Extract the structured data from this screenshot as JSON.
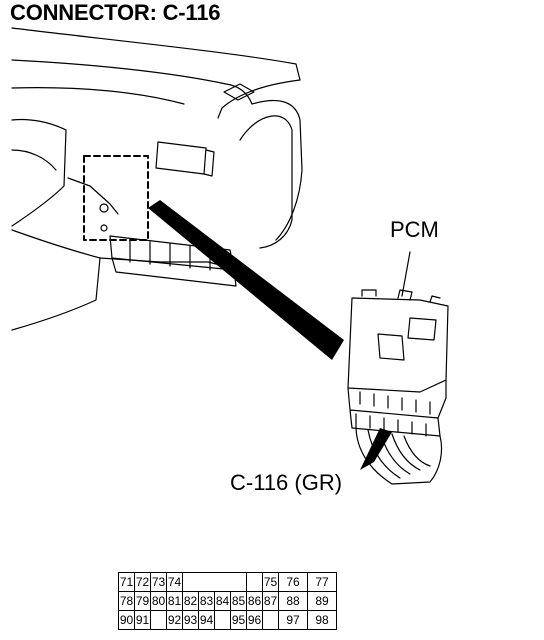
{
  "title": "CONNECTOR: C-116",
  "labels": {
    "pcm": "PCM",
    "connector": "C-116 (GR)"
  },
  "pin_table": {
    "rows": [
      [
        "71",
        "72",
        "73",
        "74",
        "",
        "",
        "75",
        "76",
        "77"
      ],
      [
        "78",
        "79",
        "80",
        "81",
        "82",
        "83",
        "84",
        "85",
        "86",
        "87",
        "88",
        "89"
      ],
      [
        "90",
        "91",
        "",
        "92",
        "93",
        "94",
        "",
        "95",
        "96",
        "",
        "97",
        "98"
      ]
    ]
  }
}
